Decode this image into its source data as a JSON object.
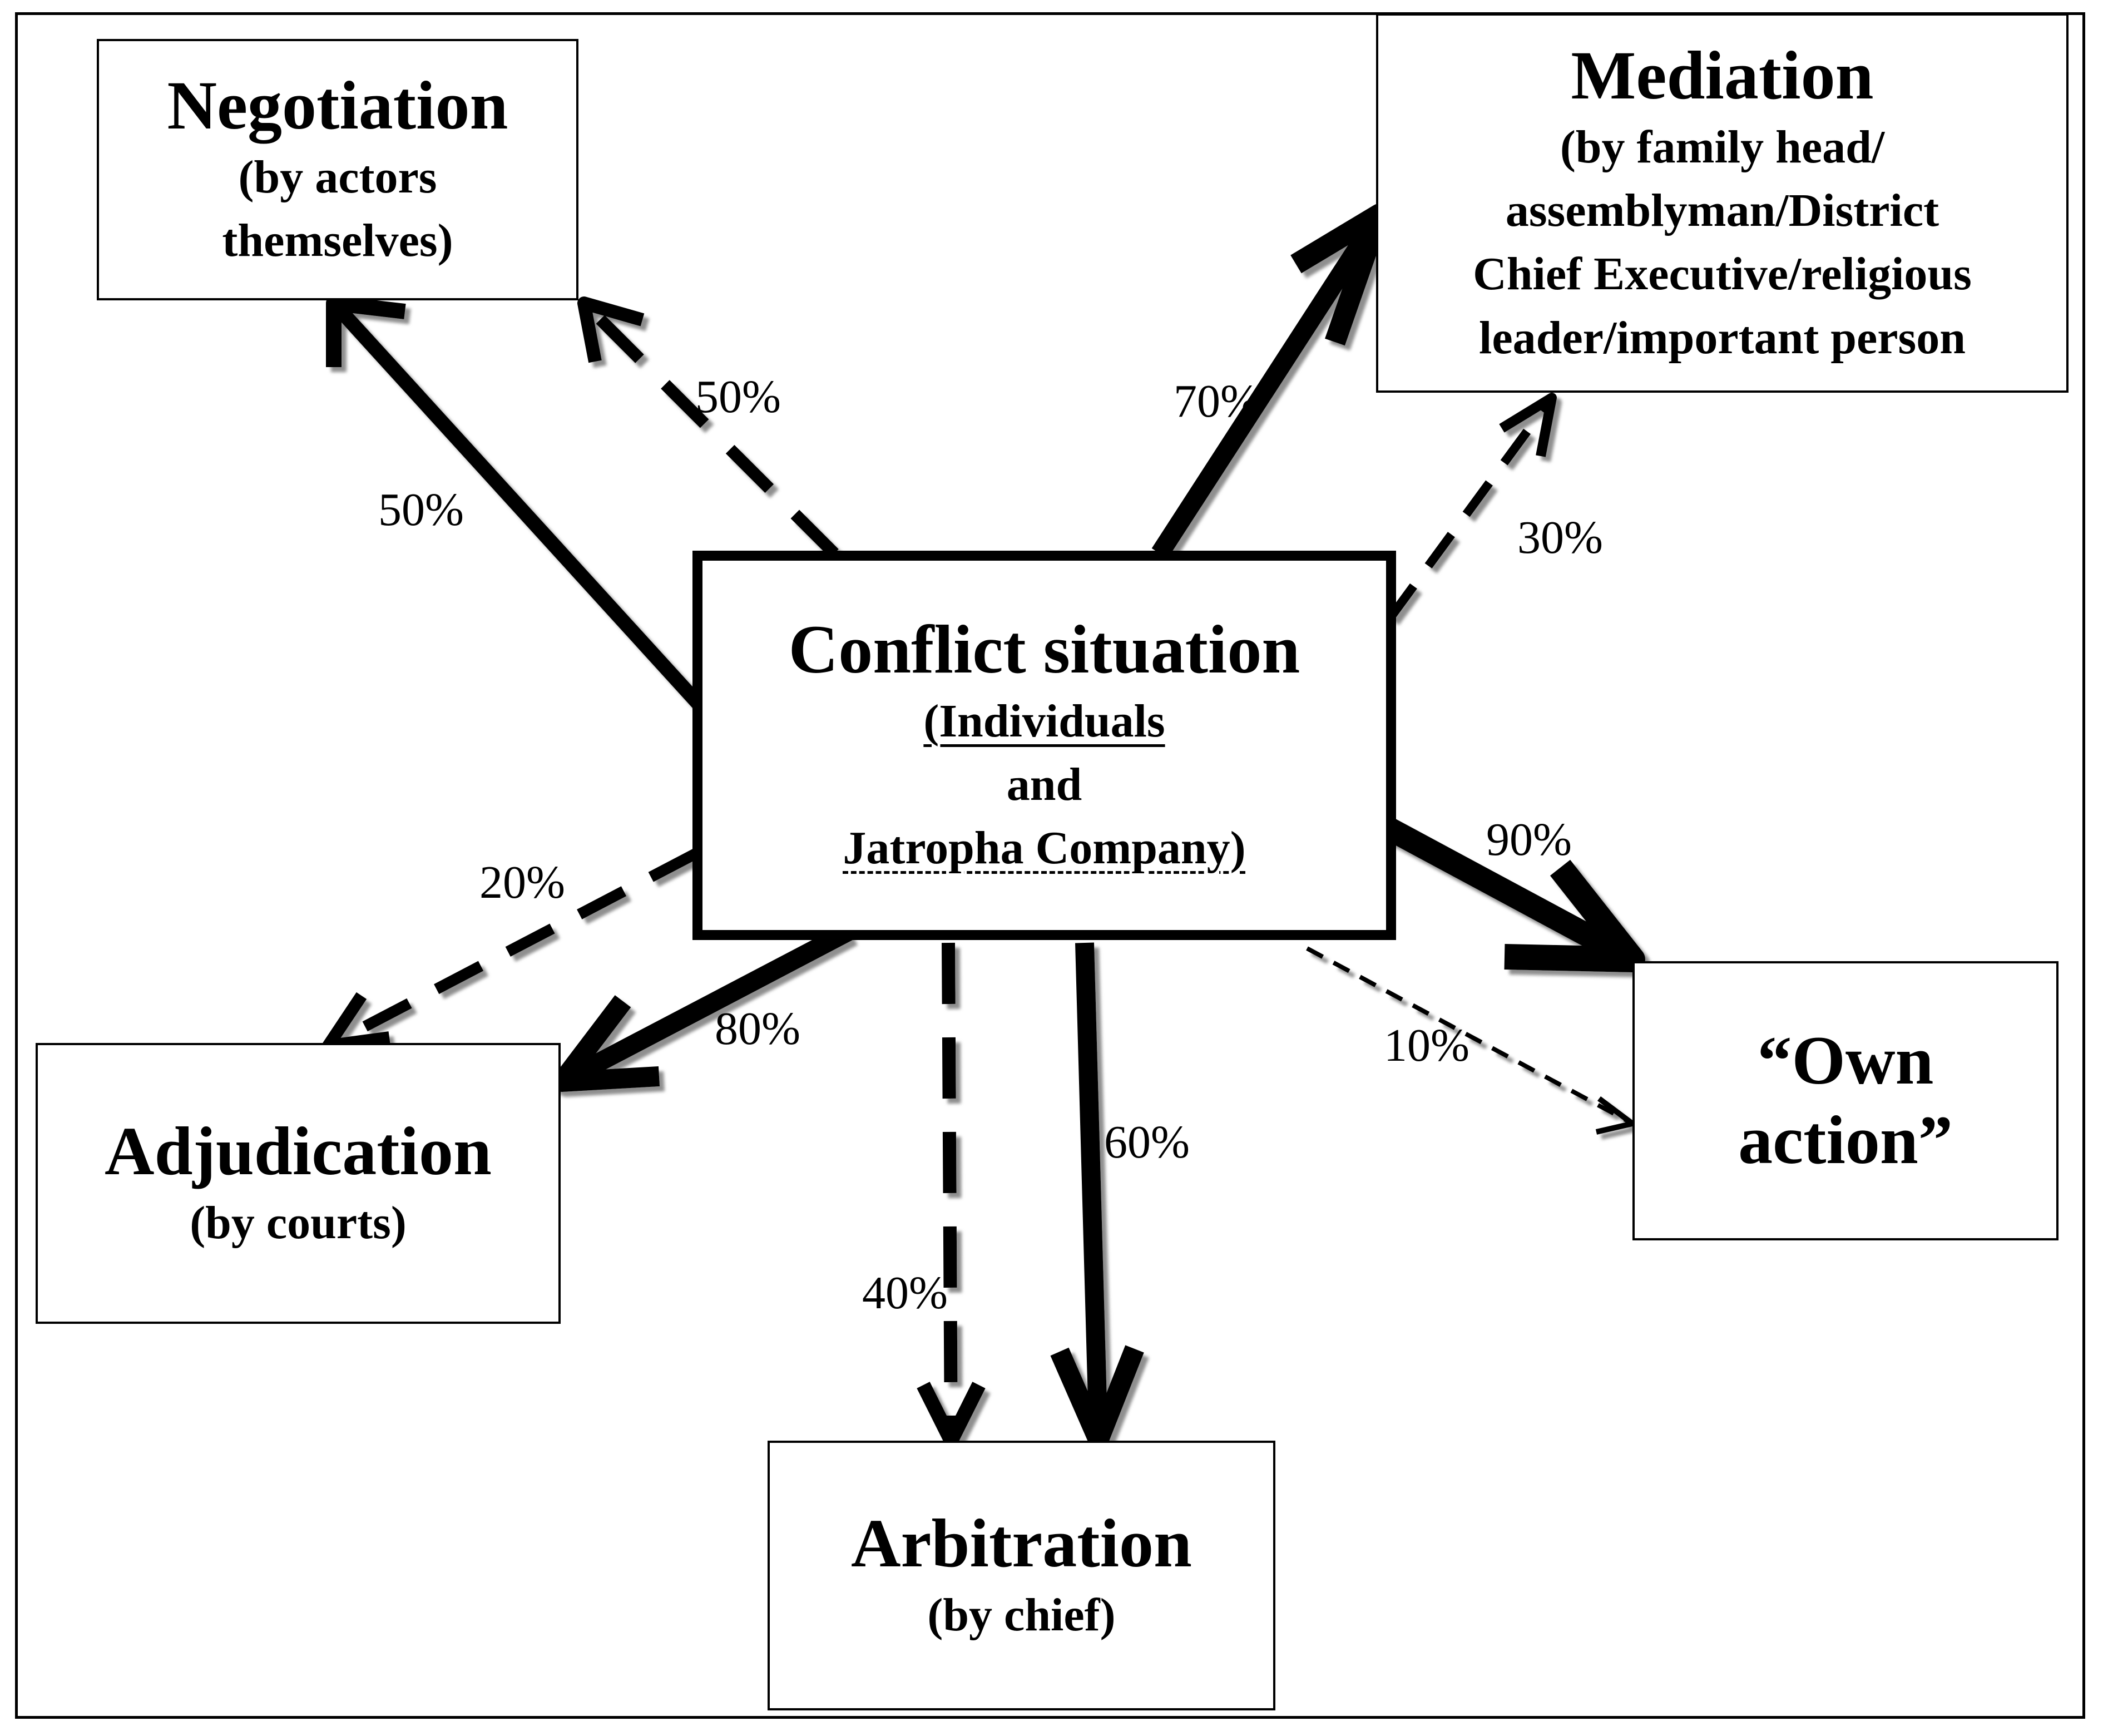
{
  "nodes": {
    "center": {
      "title": "Conflict situation",
      "line1": "(Individuals",
      "line2": "and",
      "line3": "Jatropha Company)"
    },
    "negotiation": {
      "title": "Negotiation",
      "subtitle": [
        "(by actors",
        "themselves)"
      ]
    },
    "mediation": {
      "title": "Mediation",
      "subtitle": [
        "(by family head/",
        "assemblyman/District",
        "Chief Executive/religious",
        "leader/important person"
      ]
    },
    "adjudication": {
      "title": "Adjudication",
      "subtitle": [
        "(by courts)"
      ]
    },
    "arbitration": {
      "title": "Arbitration",
      "subtitle": [
        "(by chief)"
      ]
    },
    "own_action": {
      "title": [
        "“Own",
        "action”"
      ]
    }
  },
  "edges": [
    {
      "id": "negotiation-solid",
      "target": "Negotiation",
      "style": "solid",
      "label": "50%"
    },
    {
      "id": "negotiation-dashed",
      "target": "Negotiation",
      "style": "dashed",
      "label": "50%"
    },
    {
      "id": "mediation-solid",
      "target": "Mediation",
      "style": "solid",
      "label": "70%"
    },
    {
      "id": "mediation-dashed",
      "target": "Mediation",
      "style": "dashed",
      "label": "30%"
    },
    {
      "id": "own-action-solid",
      "target": "Own action",
      "style": "solid",
      "label": "90%"
    },
    {
      "id": "own-action-dashed",
      "target": "Own action",
      "style": "dashed",
      "label": "10%"
    },
    {
      "id": "arbitration-solid",
      "target": "Arbitration",
      "style": "solid",
      "label": "60%"
    },
    {
      "id": "arbitration-dashed",
      "target": "Arbitration",
      "style": "dashed",
      "label": "40%"
    },
    {
      "id": "adjudication-solid",
      "target": "Adjudication",
      "style": "solid",
      "label": "80%"
    },
    {
      "id": "adjudication-dashed",
      "target": "Adjudication",
      "style": "dashed",
      "label": "20%"
    }
  ]
}
